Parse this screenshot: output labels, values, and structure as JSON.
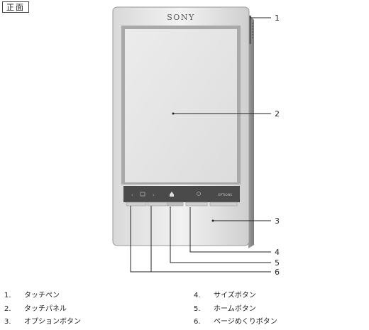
{
  "view_label": "正面",
  "device": {
    "brand": "SONY",
    "option_label": "OPTIONS"
  },
  "callouts": [
    "1",
    "2",
    "3",
    "4",
    "5",
    "6"
  ],
  "legend": [
    {
      "number": "1.",
      "label": "タッチペン"
    },
    {
      "number": "2.",
      "label": "タッチパネル"
    },
    {
      "number": "3.",
      "label": "オプションボタン"
    },
    {
      "number": "4.",
      "label": "サイズボタン"
    },
    {
      "number": "5.",
      "label": "ホームボタン"
    },
    {
      "number": "6.",
      "label": "ページめくりボタン"
    }
  ]
}
